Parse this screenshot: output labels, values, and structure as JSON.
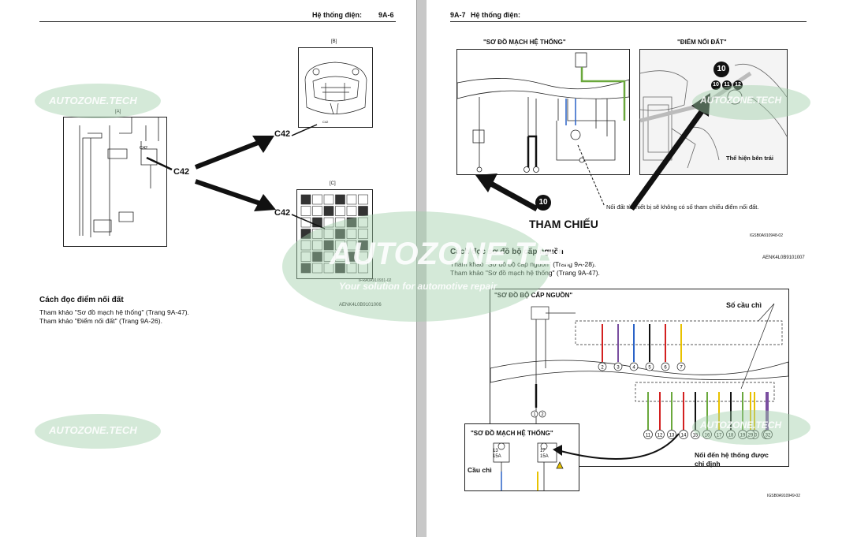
{
  "left": {
    "header": "Hệ thống điện:",
    "page_no": "9A-6",
    "fig_b_label": "[B]",
    "fig_a_label": "[A]",
    "fig_c_label": "[C]",
    "connector": "C42",
    "fig_code_c": "IFRA0A910931-02",
    "fig_code": "AENK4L0B9101006",
    "section_title": "Cách đọc điểm nối đất",
    "lines": [
      "Tham khảo \"Sơ đồ mạch hệ thống\" (Trang 9A-47).",
      "Tham khảo \"Điểm nối đất\" (Trang 9A-26)."
    ]
  },
  "right": {
    "page_no": "9A-7",
    "header": "Hệ thống điện:",
    "diagram1_title": "\"SƠ ĐỒ MẠCH HỆ THỐNG\"",
    "diagram2_title": "\"ĐIỂM NỐI ĐẤT\"",
    "shown_left": "Thể hiện bên trái",
    "ref_label": "THAM CHIẾU",
    "ground_note": "Nối đất từ thiết bị sẽ không có số tham chiếu điểm nối đất.",
    "ground_numbers": [
      "10",
      "10",
      "11",
      "12"
    ],
    "fig_code1": "IGSB0A910948-02",
    "fig_code2": "AENK4L0B9101007",
    "section_title": "Cách đọc sơ đồ bộ cấp nguồn",
    "lines": [
      "Tham khảo \"Sơ đồ bộ cấp nguồn\" (Trang 9A-28).",
      "Tham khảo \"Sơ đồ mạch hệ thống\" (Trang 9A-47)."
    ],
    "power_title": "\"SƠ ĐỒ BỘ CẤP NGUỒN\"",
    "fuse_number_label": "Số cầu chì",
    "circuit_numbers_top": [
      "2",
      "3",
      "4",
      "5",
      "6",
      "7"
    ],
    "circuit_numbers_bottom": [
      "11",
      "12",
      "13",
      "14",
      "15",
      "16",
      "17",
      "18",
      "19",
      "20",
      "21",
      "29",
      "32"
    ],
    "circuit_numbers_left": [
      "1",
      "2"
    ],
    "inset_title": "\"SƠ ĐỒ MẠCH HỆ THỐNG\"",
    "inset_fuses": [
      {
        "num": "13",
        "amp": "15A"
      },
      {
        "num": "17",
        "amp": "15A"
      }
    ],
    "fuse_label": "Cầu chì",
    "connected_label": "Nối đến hệ thống được",
    "connected_label2": "chỉ định",
    "fig_code3": "IGSB0A910949-02"
  },
  "watermark": {
    "brand": "AUTOZONE.TECH",
    "slogan": "Your solution for automotive repair"
  },
  "colors": {
    "watermark": "#9fcfa9",
    "wire_green": "#6aa83c",
    "wire_red": "#d32020",
    "wire_blue": "#2a62c7",
    "wire_yellow": "#e8c200",
    "wire_purple": "#7a4ea0"
  }
}
